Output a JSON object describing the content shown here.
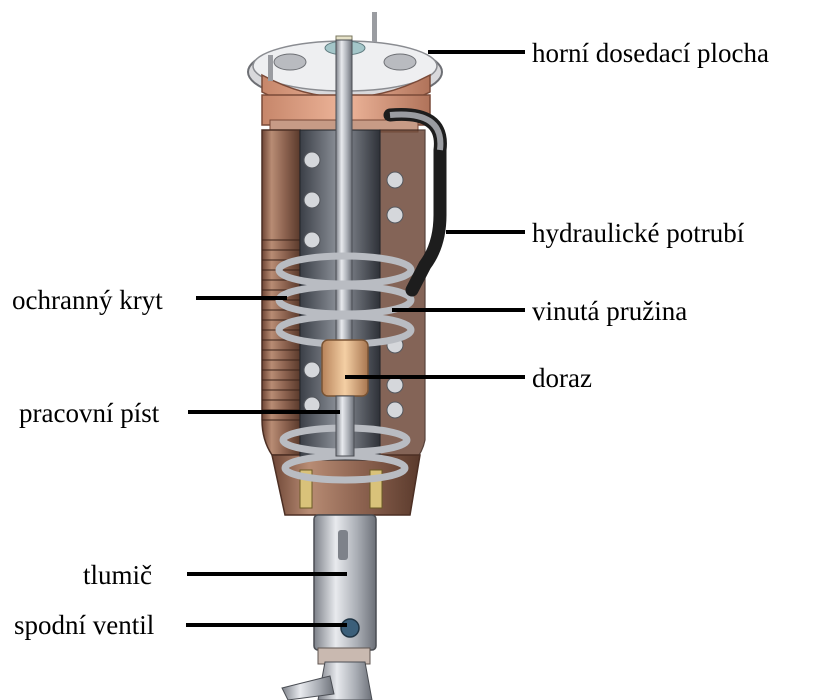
{
  "labels": {
    "top_mount": "horní dosedací plocha",
    "hydraulic_line": "hydraulické potrubí",
    "protective_cover": "ochranný kryt",
    "coil_spring": "vinutá pružina",
    "bump_stop": "doraz",
    "working_piston": "pracovní píst",
    "damper": "tlumič",
    "bottom_valve": "spodní ventil"
  },
  "colors": {
    "leader_line": "#000000",
    "cover_copper": "#9c6f57",
    "metal_silver": "#c4c6cb",
    "bump_stop_amber": "#e2b487",
    "hose_black": "#1d1d1d"
  }
}
